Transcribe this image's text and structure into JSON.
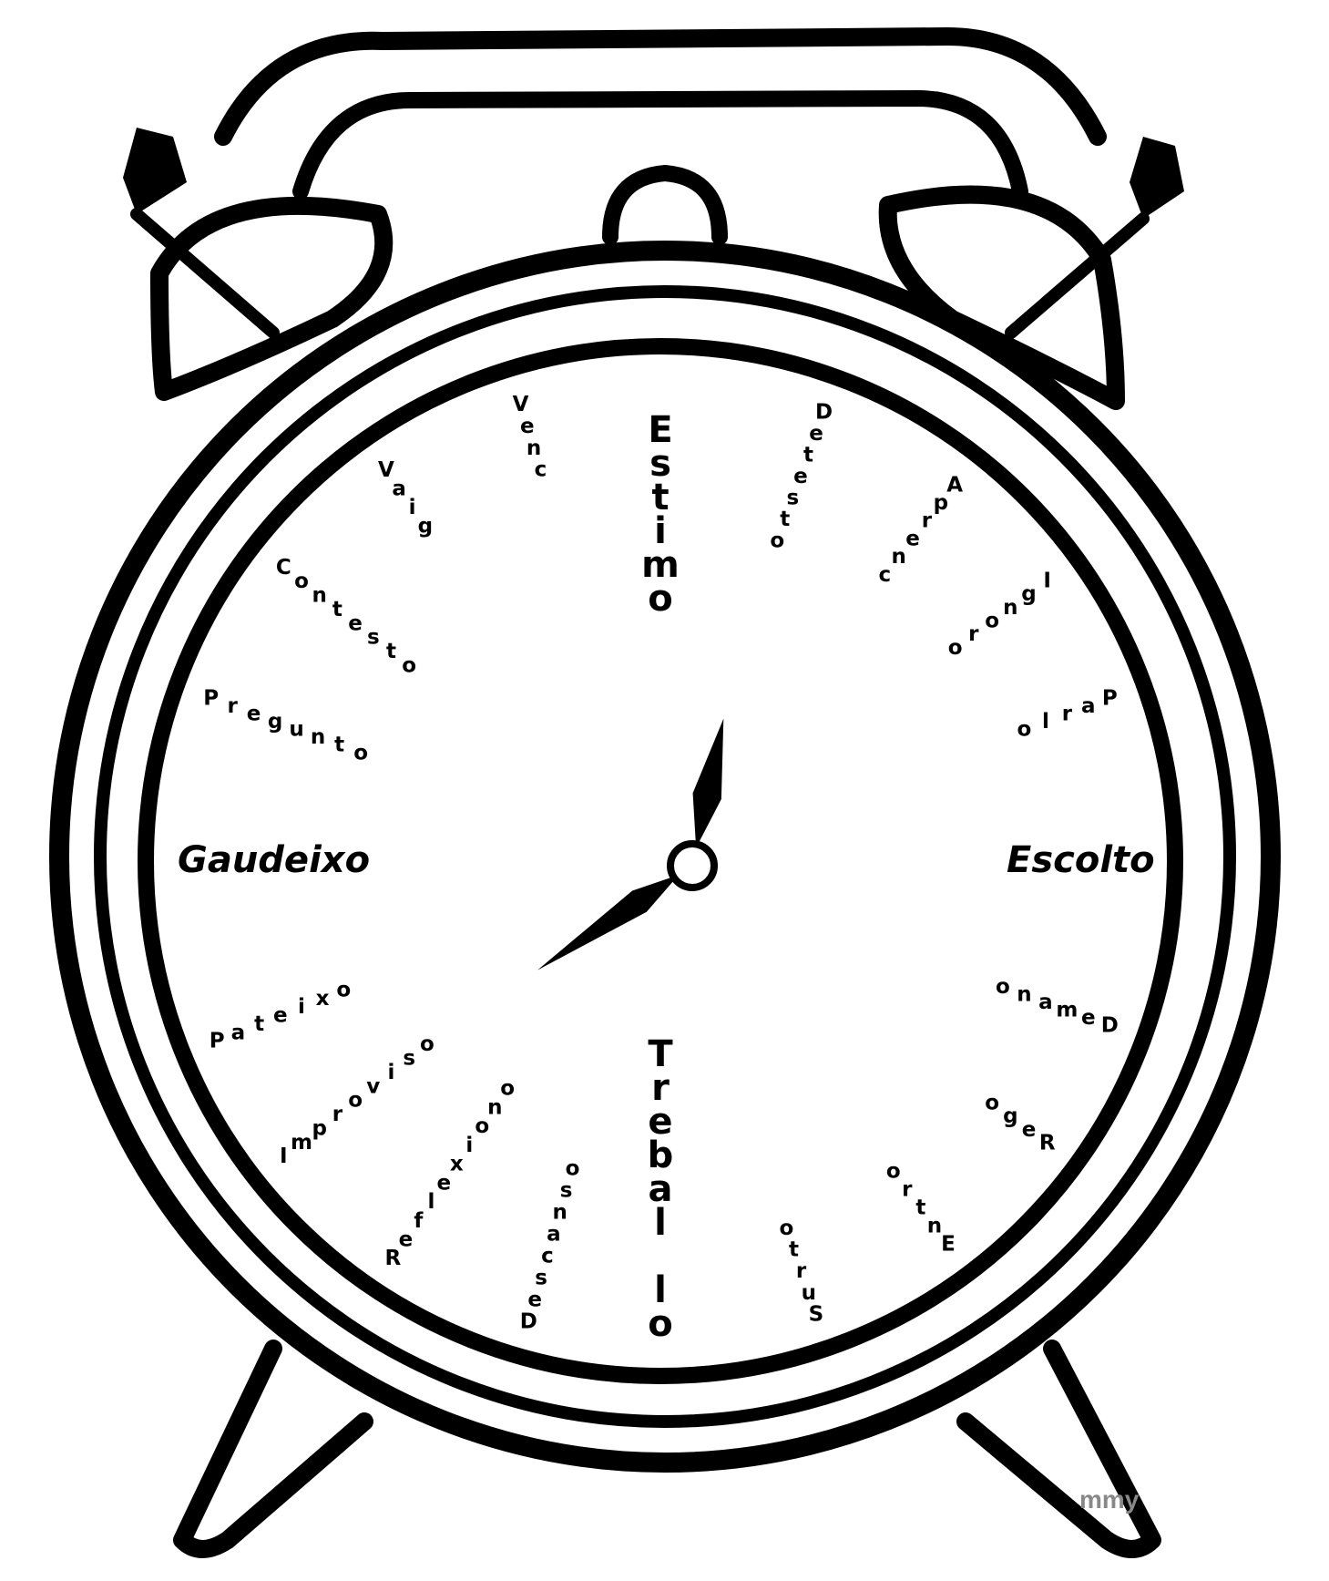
{
  "clock": {
    "top_word": "Estimo",
    "bottom_word": "Trebal lo",
    "left_word": "Gaudeixo",
    "right_word": "Escolto",
    "hands": {
      "hour_angle_deg": 12,
      "minute_angle_deg": 236
    },
    "radial_words": [
      {
        "text": "Venc",
        "angle": -17
      },
      {
        "text": "Vaig",
        "angle": -35
      },
      {
        "text": "Contesto",
        "angle": -52
      },
      {
        "text": "Pregunto",
        "angle": -70
      },
      {
        "text": "Detesto",
        "angle": 20
      },
      {
        "text": "Aprenc",
        "angle": 38
      },
      {
        "text": "Ignoro",
        "angle": 54
      },
      {
        "text": "Parlo",
        "angle": 70
      },
      {
        "text": "Demano",
        "angle": 110
      },
      {
        "text": "Rego",
        "angle": 126
      },
      {
        "text": "Entro",
        "angle": 143
      },
      {
        "text": "Surto",
        "angle": 161
      },
      {
        "text": "Descanso",
        "angle": 196
      },
      {
        "text": "Reflexiono",
        "angle": 214
      },
      {
        "text": "Improviso",
        "angle": 232
      },
      {
        "text": "Pateixo",
        "angle": 248
      }
    ]
  },
  "watermark": "mmy"
}
